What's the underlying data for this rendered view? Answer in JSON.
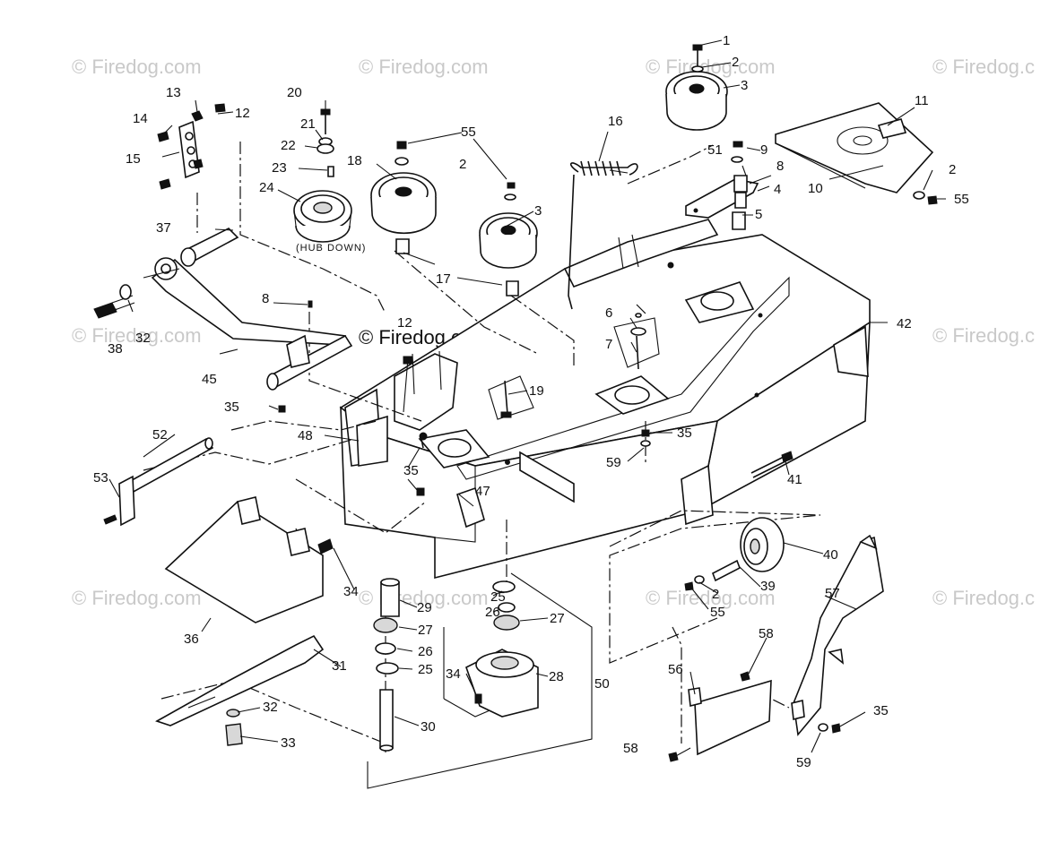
{
  "watermark": "© Firedog.com",
  "watermark_cut": "© Firedog.c",
  "hub_note": "(HUB DOWN)",
  "callouts": {
    "c1": "1",
    "c2a": "2",
    "c3a": "3",
    "c2b": "2",
    "c3b": "3",
    "c4": "4",
    "c5": "5",
    "c6": "6",
    "c7": "7",
    "c8a": "8",
    "c8b": "8",
    "c9": "9",
    "c10": "10",
    "c11": "11",
    "c12a": "12",
    "c12b": "12",
    "c13": "13",
    "c14": "14",
    "c15": "15",
    "c16": "16",
    "c17": "17",
    "c18": "18",
    "c19": "19",
    "c20": "20",
    "c21": "21",
    "c22": "22",
    "c23": "23",
    "c24": "24",
    "c25a": "25",
    "c25b": "25",
    "c26a": "26",
    "c26b": "26",
    "c27a": "27",
    "c27b": "27",
    "c28": "28",
    "c29": "29",
    "c30": "30",
    "c31": "31",
    "c32a": "32",
    "c32b": "32",
    "c33": "33",
    "c34a": "34",
    "c34b": "34",
    "c35a": "35",
    "c35b": "35",
    "c35c": "35",
    "c35d": "35",
    "c36": "36",
    "c37": "37",
    "c38": "38",
    "c39": "39",
    "c40": "40",
    "c41": "41",
    "c42": "42",
    "c45": "45",
    "c47": "47",
    "c48": "48",
    "c50": "50",
    "c51": "51",
    "c52": "52",
    "c53": "53",
    "c55a": "55",
    "c55b": "55",
    "c55c": "55",
    "c56": "56",
    "c57": "57",
    "c58a": "58",
    "c58b": "58",
    "c59a": "59",
    "c59b": "59",
    "c2c": "2",
    "c2d": "2"
  }
}
